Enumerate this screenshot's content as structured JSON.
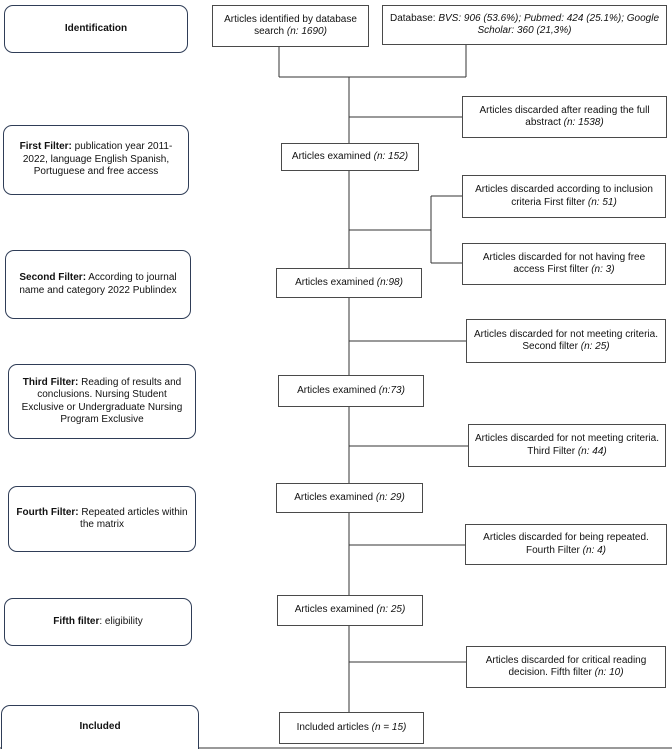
{
  "stages": [
    {
      "id": "identification",
      "bold": "Identification",
      "text": ""
    },
    {
      "id": "first",
      "bold": "First Filter:",
      "text": " publication year 2011-2022, language English Spanish, Portuguese and free access"
    },
    {
      "id": "second",
      "bold": "Second Filter:",
      "text": " According to journal name and category 2022 Publindex"
    },
    {
      "id": "third",
      "bold": "Third Filter:",
      "text": " Reading of results and conclusions. Nursing Student Exclusive or Undergraduate Nursing Program Exclusive"
    },
    {
      "id": "fourth",
      "bold": "Fourth Filter:",
      "text": " Repeated articles within the matrix"
    },
    {
      "id": "fifth",
      "bold": "Fifth filter",
      "text": ": eligibility"
    },
    {
      "id": "included",
      "bold": "Included",
      "text": ""
    }
  ],
  "flow": {
    "identified": {
      "text": "Articles identified by database search ",
      "count": "(n: 1690)"
    },
    "database": {
      "prefix": "Database: ",
      "detail": "BVS: 906 (53.6%); Pubmed: 424 (25.1%); Google Scholar: 360 (21,3%)"
    },
    "examined_1": {
      "text": "Articles examined ",
      "count": "(n: 152)"
    },
    "examined_2": {
      "text": "Articles examined ",
      "count": "(n:98)"
    },
    "examined_3": {
      "text": "Articles examined ",
      "count": "(n:73)"
    },
    "examined_4": {
      "text": "Articles examined ",
      "count": "(n: 29)"
    },
    "examined_5": {
      "text": "Articles examined ",
      "count": "(n: 25)"
    },
    "included": {
      "text": "Included articles ",
      "count": "(n = 15)"
    }
  },
  "discards": {
    "abstract": {
      "text": "Articles discarded after reading the full abstract ",
      "count": "(n: 1538)"
    },
    "inclusion": {
      "text": "Articles discarded according to inclusion criteria First filter ",
      "count": "(n: 51)"
    },
    "free_access": {
      "text": "Articles discarded for not having free access First filter ",
      "count": "(n: 3)"
    },
    "second": {
      "text": "Articles discarded for not meeting criteria. Second filter ",
      "count": "(n: 25)"
    },
    "third": {
      "text": "Articles discarded for not meeting criteria.  Third Filter ",
      "count": "(n: 44)"
    },
    "fourth": {
      "text": "Articles discarded for being repeated. Fourth Filter ",
      "count": "(n: 4)"
    },
    "fifth": {
      "text": "Articles discarded for critical reading decision. Fifth filter ",
      "count": "(n: 10)"
    }
  }
}
